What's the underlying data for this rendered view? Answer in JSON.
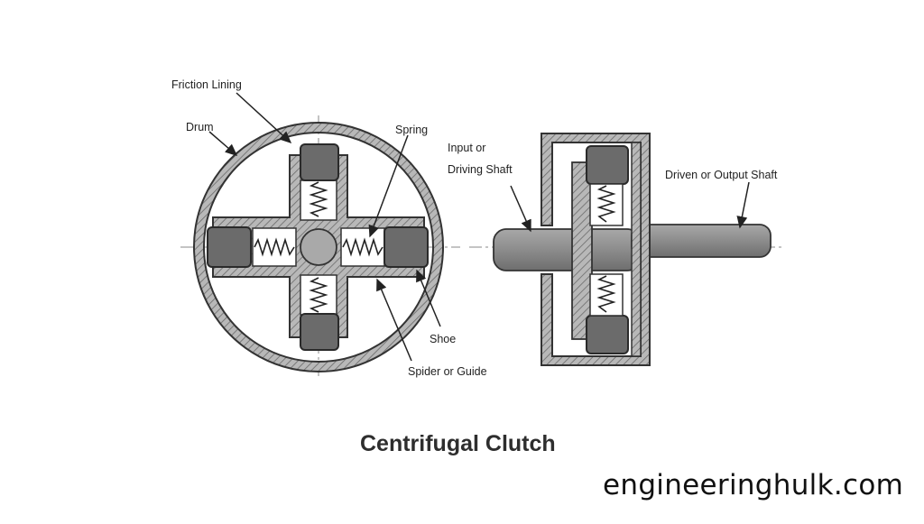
{
  "title": "Centrifugal Clutch",
  "watermark": "engineeringhulk.com",
  "labels": {
    "friction_lining": "Friction Lining",
    "drum": "Drum",
    "spring": "Spring",
    "shoe": "Shoe",
    "spider": "Spider or Guide",
    "input_shaft_line1": "Input or",
    "input_shaft_line2": "Driving Shaft",
    "output_shaft": "Driven or Output Shaft"
  },
  "colors": {
    "shoe_fill": "#6b6b6b",
    "shaft_fill": "#8c8c8c",
    "outline": "#2a2a2a"
  }
}
